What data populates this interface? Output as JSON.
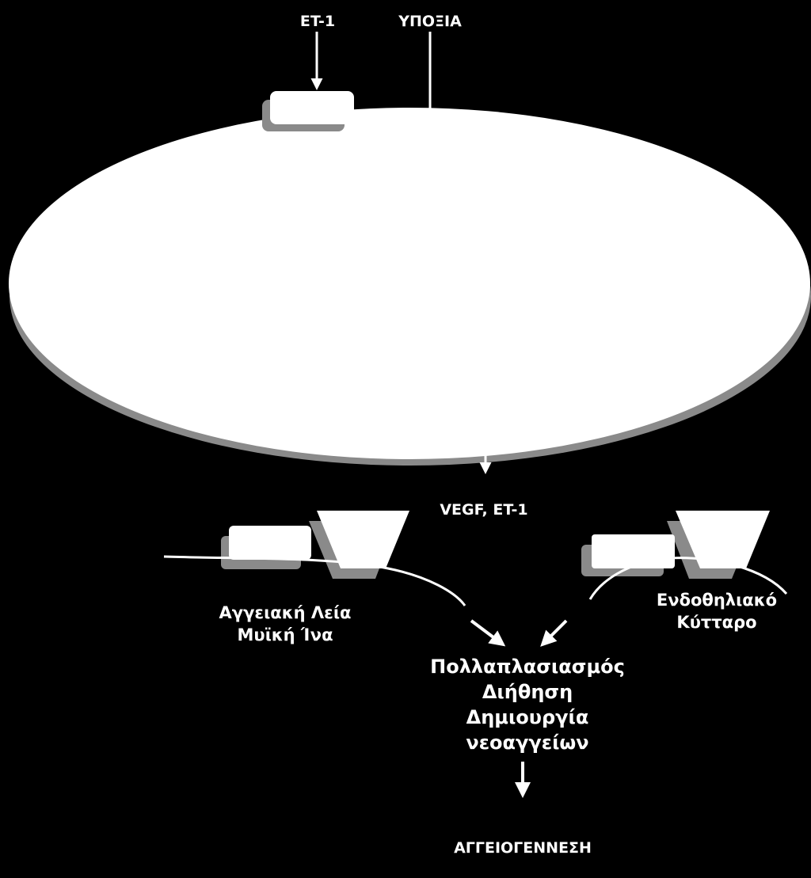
{
  "top": {
    "et1_label": "ET-1",
    "hypoxia_label": "ΥΠΟΞΙΑ"
  },
  "middle": {
    "secreted_label": "VEGF, ET-1"
  },
  "left_cell": {
    "line1": "Αγγειακή Λεία",
    "line2": "Μυϊκή Ίνα"
  },
  "right_cell": {
    "line1": "Ενδοθηλιακό",
    "line2": "Κύτταρο"
  },
  "effects": {
    "line1": "Πολλαπλασιασμός",
    "line2": "Διήθηση",
    "line3": "Δημιουργία",
    "line4": "νεοαγγείων"
  },
  "outcome": {
    "label": "ΑΓΓΕΙΟΓΕΝΝΕΣΗ"
  },
  "colors": {
    "background": "#000000",
    "foreground": "#ffffff",
    "shadow": "#8a8a8a"
  }
}
